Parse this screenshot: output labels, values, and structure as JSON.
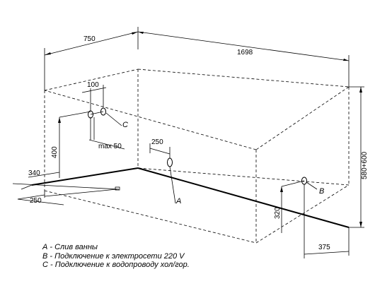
{
  "dimensions": {
    "width_side": "750",
    "length_top": "1698",
    "drain_spacing": "100",
    "max_offset": "max 50",
    "drain_height": "400",
    "drain_depth_1": "340",
    "drain_depth_2": "250",
    "electric_offset": "250",
    "electric_height": "320",
    "electric_depth": "375",
    "total_height": "580+600"
  },
  "markers": {
    "a": "A",
    "b": "B",
    "c": "C"
  },
  "legend": [
    "А - Слив ванны",
    "В - Подключение к электросети 220 V",
    "С - Подключение к водопроводу хол/гор."
  ]
}
